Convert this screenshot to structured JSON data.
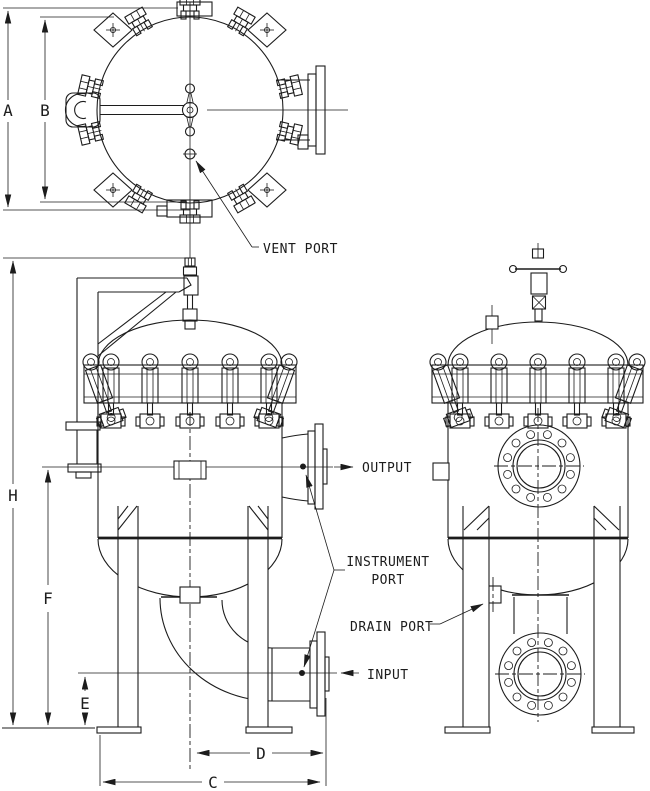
{
  "drawing": {
    "title": "filter vessel dimensional drawing",
    "labels": {
      "vent_port": "VENT PORT",
      "output": "OUTPUT",
      "instrument_line1": "INSTRUMENT",
      "instrument_line2": "PORT",
      "drain_port": "DRAIN PORT",
      "input": "INPUT"
    },
    "dimensions": {
      "a": "A",
      "b": "B",
      "c": "C",
      "d": "D",
      "e": "E",
      "f": "F",
      "h": "H"
    },
    "colors": {
      "line": "#1c1c1c",
      "background": "#ffffff"
    }
  }
}
